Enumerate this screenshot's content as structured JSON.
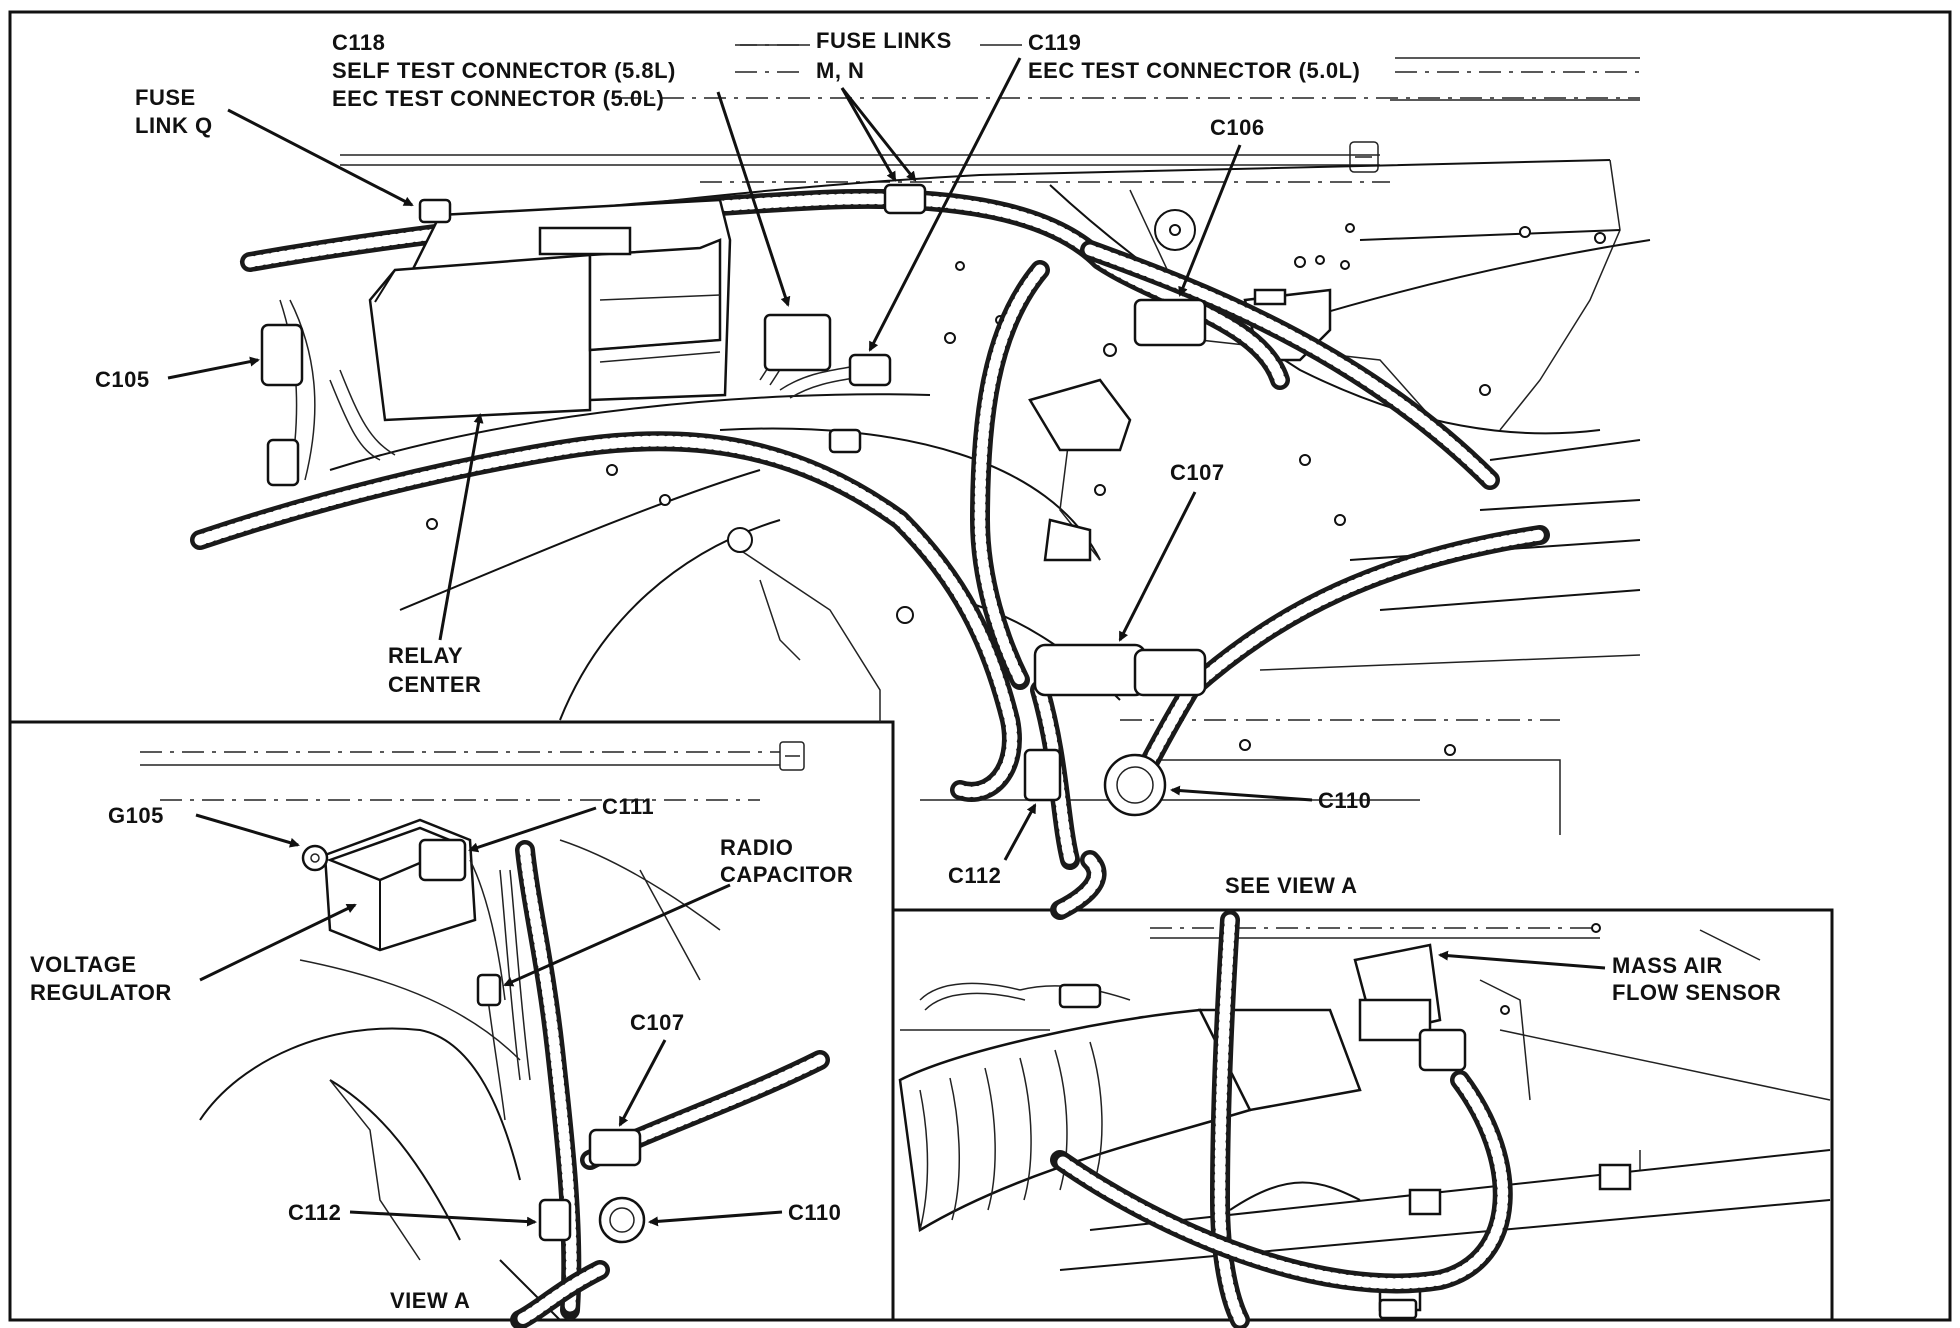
{
  "labels": {
    "c118": "C118",
    "self_test_58": "SELF TEST CONNECTOR (5.8L)",
    "eec_test_50_left": "EEC TEST CONNECTOR (5.0L)",
    "fuse_links_1": "FUSE LINKS",
    "fuse_links_2": "M, N",
    "c119": "C119",
    "eec_test_50_right": "EEC TEST CONNECTOR (5.0L)",
    "fuse_link_q_1": "FUSE",
    "fuse_link_q_2": "LINK Q",
    "c106": "C106",
    "c105": "C105",
    "c107_top": "C107",
    "relay_center_1": "RELAY",
    "relay_center_2": "CENTER",
    "c110_top": "C110",
    "c112_top": "C112",
    "see_view_a": "SEE VIEW A",
    "g105": "G105",
    "c111": "C111",
    "radio_capacitor_1": "RADIO",
    "radio_capacitor_2": "CAPACITOR",
    "voltage_regulator_1": "VOLTAGE",
    "voltage_regulator_2": "REGULATOR",
    "c107_view": "C107",
    "c112_view": "C112",
    "c110_view": "C110",
    "view_a": "VIEW A",
    "mass_air_1": "MASS AIR",
    "mass_air_2": "FLOW SENSOR"
  }
}
